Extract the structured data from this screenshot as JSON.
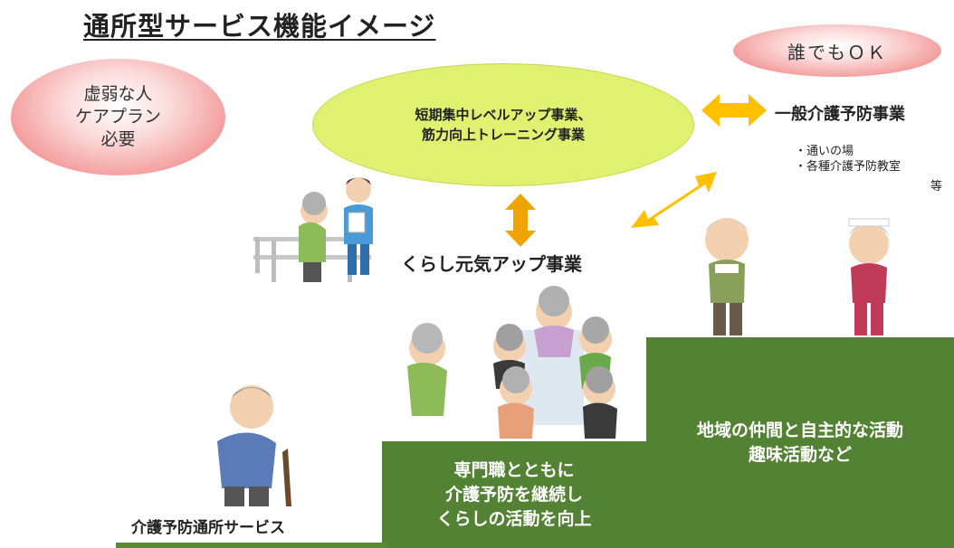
{
  "title": "通所型サービス機能イメージ",
  "left_oval": {
    "lines": [
      "虚弱な人",
      "ケアプラン",
      "必要"
    ]
  },
  "right_oval": {
    "text": "誰でもＯＫ"
  },
  "center_oval": {
    "lines": [
      "短期集中レベルアップ事業、",
      "筋力向上トレーニング事業"
    ]
  },
  "general_prevention": {
    "title": "一般介護予防事業",
    "items": [
      "・通いの場",
      "・各種介護予防教室"
    ],
    "etc": "等"
  },
  "kurashi_label": "くらし元気アップ事業",
  "bottom_left_label": "介護予防通所サービス",
  "step1": {
    "lines": [
      "専門職とともに",
      "介護予防を継続し",
      "くらしの活動を向上"
    ]
  },
  "step2": {
    "lines": [
      "地域の仲間と自主的な活動",
      "趣味活動など"
    ]
  },
  "colors": {
    "step_green": "#548235",
    "arrow_orange": "#ffc000",
    "oval_green": "#e0f070",
    "oval_pink": "#f49a9a"
  }
}
